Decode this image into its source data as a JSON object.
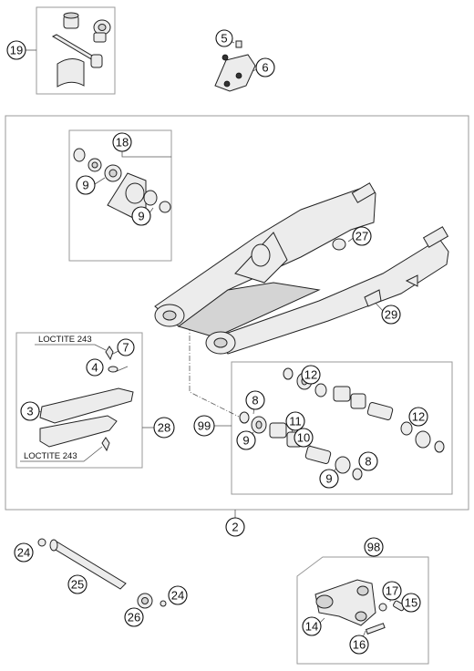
{
  "callouts": {
    "c2": "2",
    "c3": "3",
    "c4": "4",
    "c5": "5",
    "c6": "6",
    "c7": "7",
    "c8a": "8",
    "c8b": "8",
    "c9a": "9",
    "c9b": "9",
    "c9c": "9",
    "c9d": "9",
    "c10": "10",
    "c11": "11",
    "c12a": "12",
    "c12b": "12",
    "c14": "14",
    "c15": "15",
    "c16": "16",
    "c17": "17",
    "c18": "18",
    "c19": "19",
    "c24a": "24",
    "c24b": "24",
    "c25": "25",
    "c26": "26",
    "c27": "27",
    "c28": "28",
    "c29": "29",
    "c98": "98",
    "c99": "99"
  },
  "notes": {
    "loctite_top": "LOCTITE 243",
    "loctite_bottom": "LOCTITE 243"
  }
}
